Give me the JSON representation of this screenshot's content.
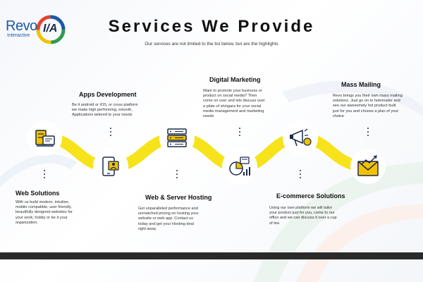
{
  "logo": {
    "name": "Revo",
    "sub": "Interactive",
    "mark": "I/A"
  },
  "header": {
    "title": "Services We Provide",
    "subtitle": "Our services are not limited to the list below, but are the highlights"
  },
  "services": [
    {
      "id": "web-solutions",
      "title": "Web Solutions",
      "icon": "server-screen-icon",
      "desc": [
        "With us build modern, intuitive,",
        "mobile compatible, user friendly,",
        "beautifully designed websites for",
        "your work, hobby or be it your",
        "organization."
      ]
    },
    {
      "id": "apps-development",
      "title": "Apps Development",
      "icon": "mobile-app-icon",
      "desc": [
        "Be it android or iOS, or cross platform",
        "we make high performing, smooth,",
        "Applications tailored to your needs"
      ]
    },
    {
      "id": "web-server-hosting",
      "title": "Web & Server Hosting",
      "icon": "server-rack-icon",
      "desc": [
        "Get unparalleled performance and",
        "unmatched pricing on hosting your",
        "website or web app. Contact us",
        "today and get your Hosting deal",
        "right away"
      ]
    },
    {
      "id": "digital-marketing",
      "title": "Digital Marketing",
      "icon": "marketing-chart-icon",
      "desc": [
        "Want to promote your business or",
        "product on social media? Then",
        "come on over and lets discuss over",
        "a plate of shingara for your social",
        "media management and marketing",
        "needs"
      ]
    },
    {
      "id": "ecommerce-solutions",
      "title": "E-commerce Solutions",
      "icon": "megaphone-icon",
      "desc": [
        "Using our own platform we will tailor",
        "your product just for you, come to our",
        "office and we can discuss it over a cup",
        "of tea"
      ]
    },
    {
      "id": "mass-mailing",
      "title": "Mass Mailing",
      "icon": "mail-chart-icon",
      "desc": [
        "Revo brings you their own mass mailing",
        "solutions. Just go on to hotemailer and",
        "see our awesomely hot product built",
        "just for you and choose a plan of your",
        "choice"
      ]
    }
  ],
  "colors": {
    "accent": "#F7E31B",
    "dark": "#2a2a2a",
    "icon_blue": "#1b2a4a",
    "icon_yellow": "#F2C200"
  }
}
